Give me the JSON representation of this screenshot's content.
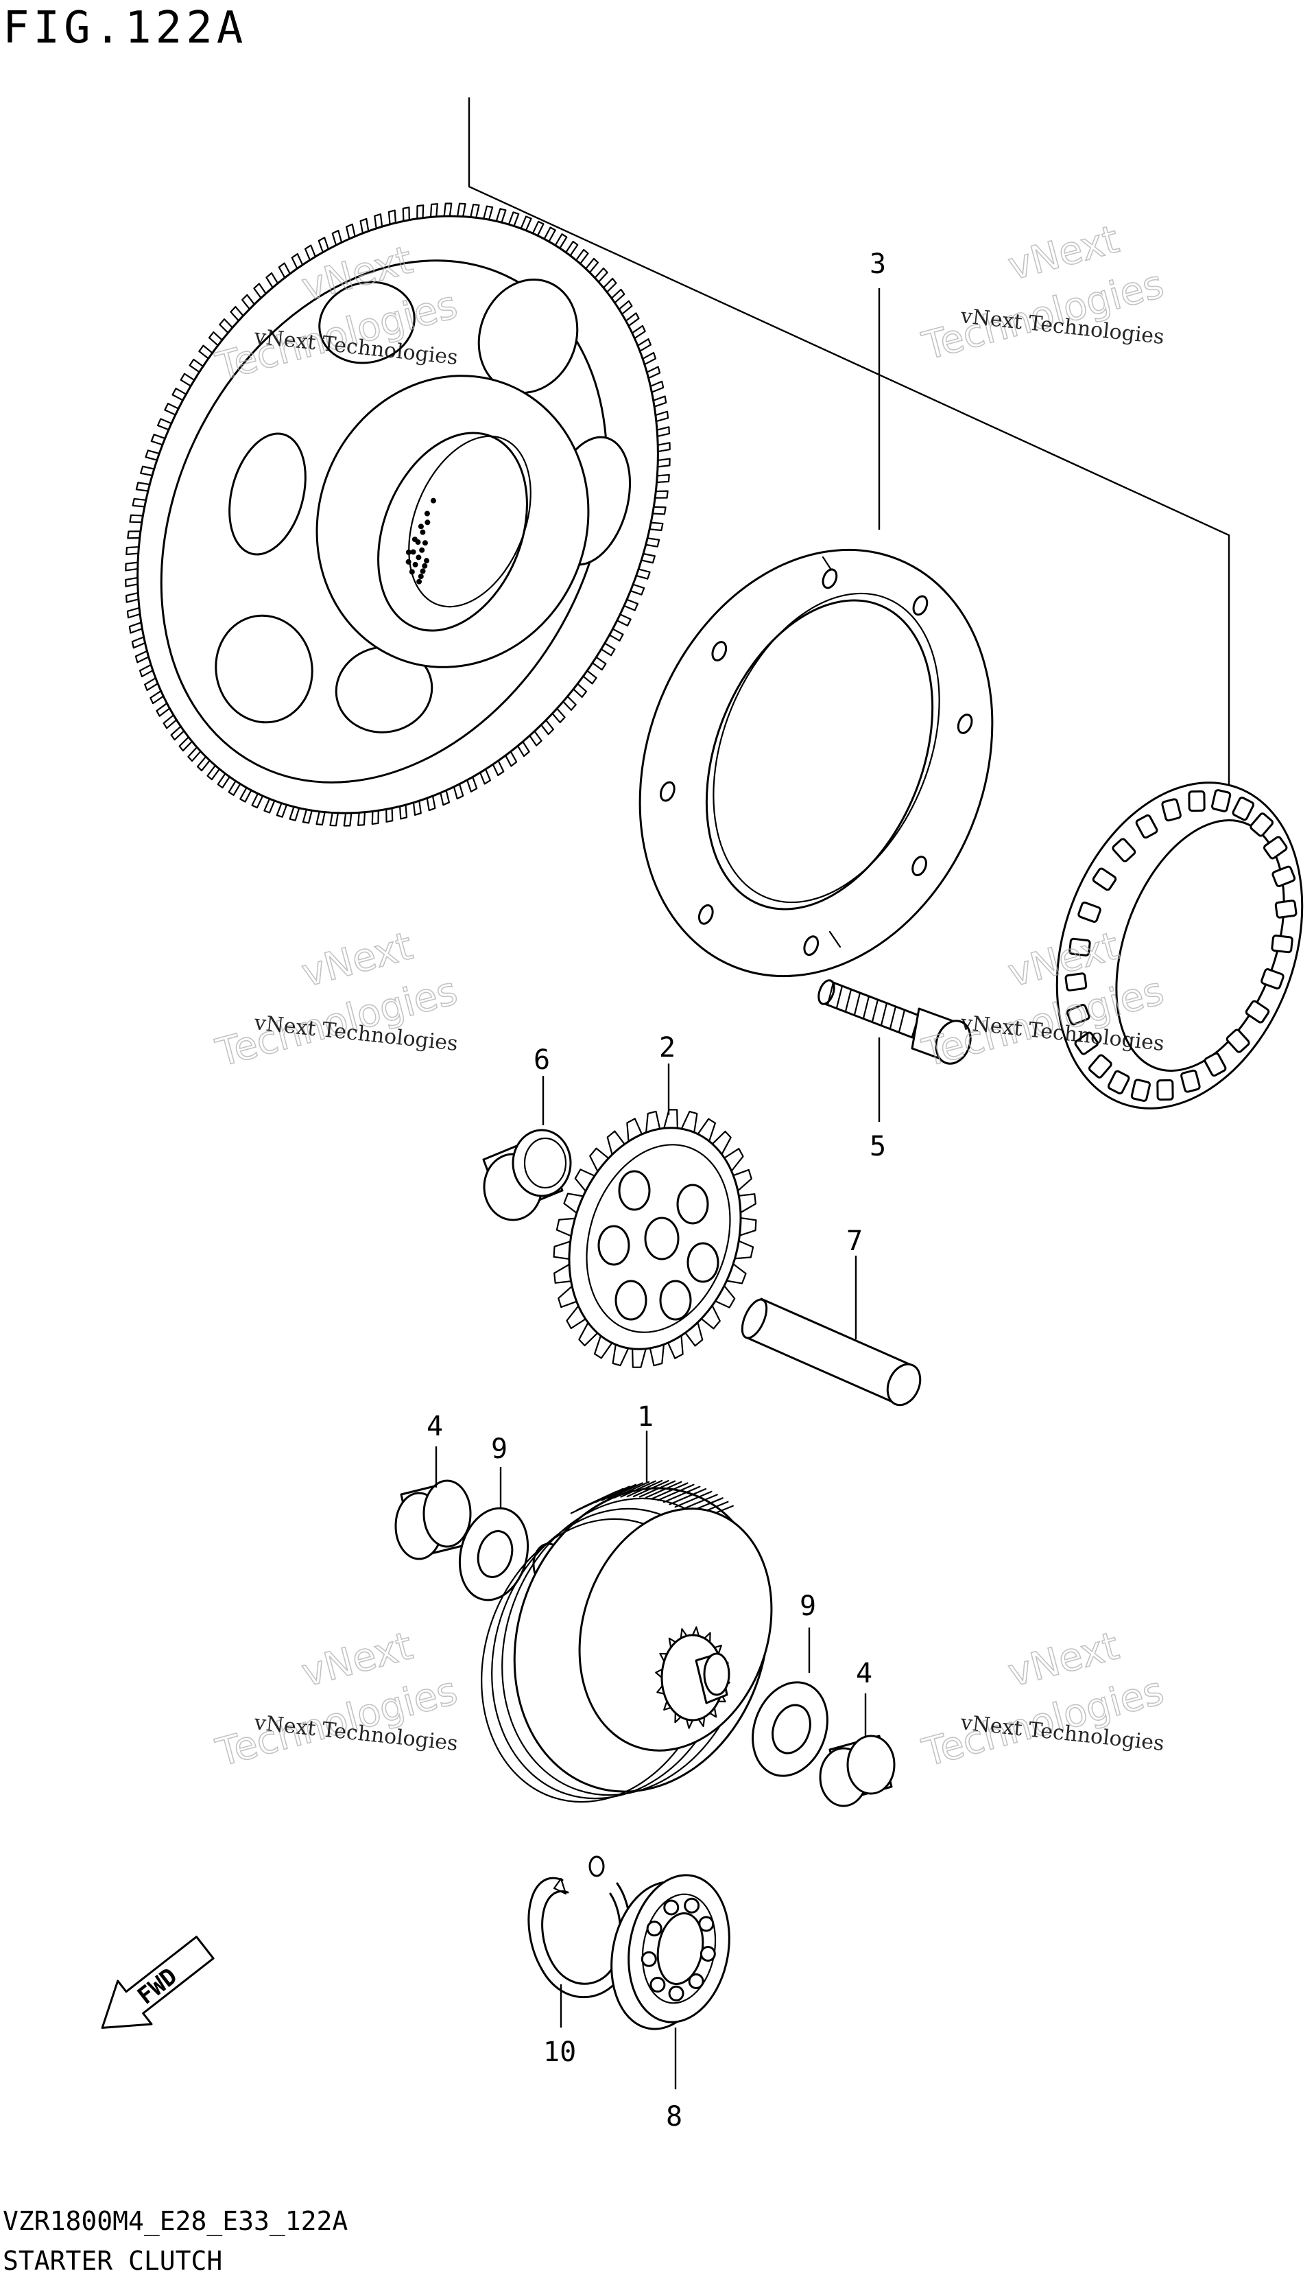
{
  "figure": {
    "title": "FIG.122A",
    "code": "VZR1800M4_E28_E33_122A",
    "name": "STARTER CLUTCH"
  },
  "callouts": [
    {
      "id": "callout-3",
      "label": "3"
    },
    {
      "id": "callout-2",
      "label": "2"
    },
    {
      "id": "callout-6",
      "label": "6"
    },
    {
      "id": "callout-5",
      "label": "5"
    },
    {
      "id": "callout-7",
      "label": "7"
    },
    {
      "id": "callout-1",
      "label": "1"
    },
    {
      "id": "callout-4a",
      "label": "4"
    },
    {
      "id": "callout-9a",
      "label": "9"
    },
    {
      "id": "callout-9b",
      "label": "9"
    },
    {
      "id": "callout-4b",
      "label": "4"
    },
    {
      "id": "callout-10",
      "label": "10"
    },
    {
      "id": "callout-8",
      "label": "8"
    }
  ],
  "fwd_label": "FWD",
  "watermark": {
    "line1": "vNext Technologies",
    "line2": "vNext",
    "line3": "Technologies"
  }
}
